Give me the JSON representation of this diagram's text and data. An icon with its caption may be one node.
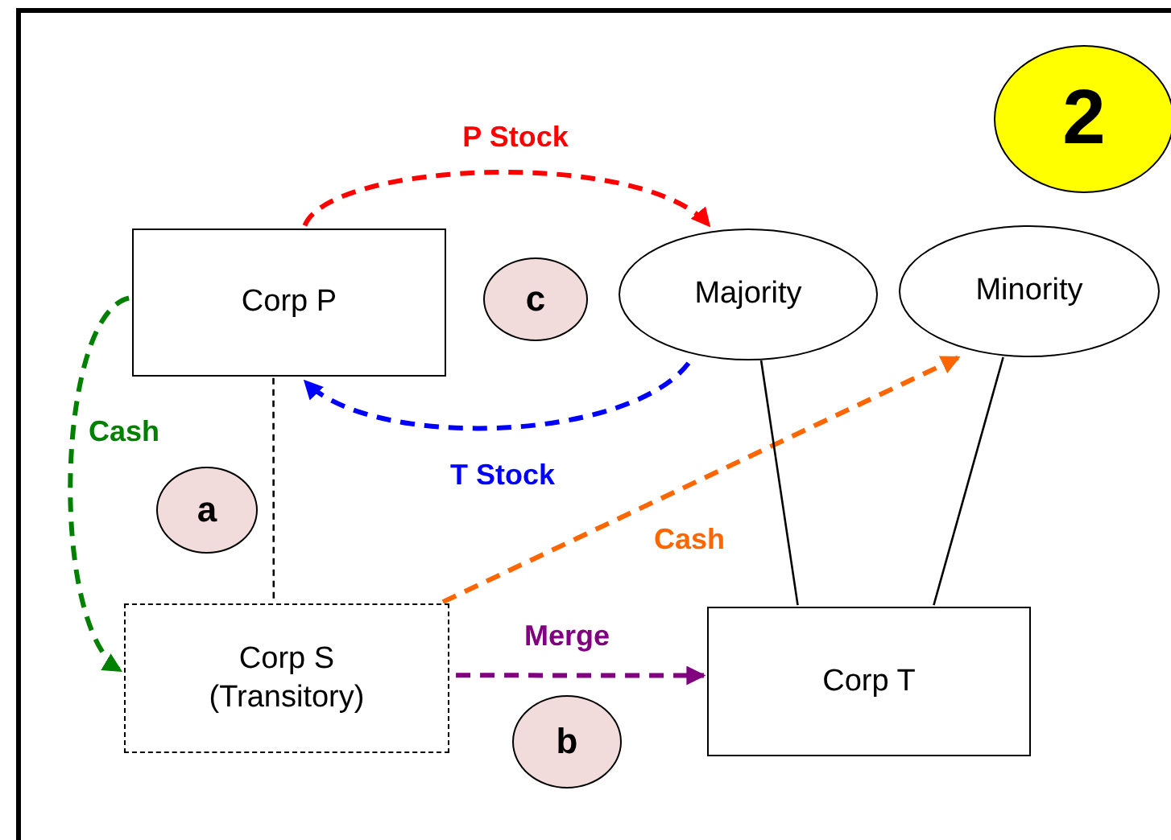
{
  "diagram": {
    "nodes": [
      {
        "text": [
          "Corp P"
        ]
      },
      {
        "text": [
          "Majority"
        ]
      },
      {
        "text": [
          "Minority"
        ]
      },
      {
        "text": [
          "Corp S (Transitory)"
        ]
      },
      {
        "text": [
          "Corp T"
        ]
      },
      {
        "text": [
          "2"
        ]
      },
      {
        "text": [
          "c"
        ]
      },
      {
        "text": [
          "a"
        ]
      },
      {
        "text": [
          "b"
        ]
      }
    ],
    "edges": [
      {
        "from": 0,
        "to": 1,
        "arrow": "to",
        "label": "P Stock",
        "style": "dashed",
        "color": "#ff0000"
      },
      {
        "from": 1,
        "to": 0,
        "arrow": "to",
        "label": "T Stock",
        "style": "dashed",
        "color": "#0000ff"
      },
      {
        "from": 0,
        "to": 3,
        "arrow": "to",
        "label": "Cash",
        "style": "dashed",
        "color": "#008000"
      },
      {
        "from": 0,
        "to": 3,
        "arrow": "none",
        "style": "dashed"
      },
      {
        "from": 3,
        "to": 2,
        "arrow": "to",
        "label": "Cash",
        "style": "dashed",
        "color": "#ff6600"
      },
      {
        "from": 3,
        "to": 4,
        "arrow": "to",
        "label": "Merge",
        "style": "dashed",
        "color": "#800080"
      },
      {
        "from": 1,
        "to": 4,
        "arrow": "none"
      },
      {
        "from": 2,
        "to": 4,
        "arrow": "none"
      }
    ]
  }
}
